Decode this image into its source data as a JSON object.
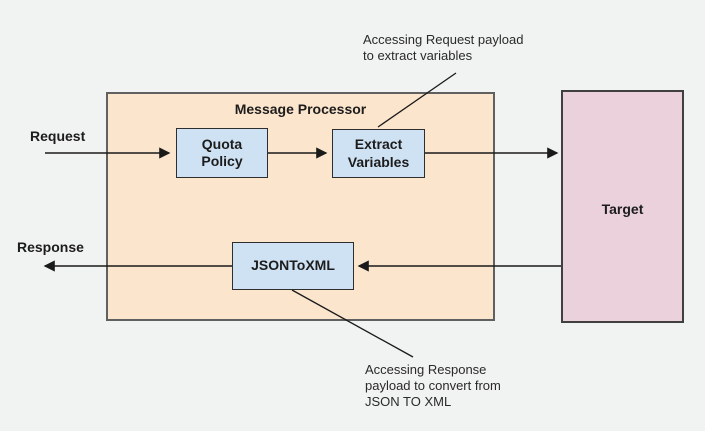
{
  "diagram": {
    "title": "Message Processor",
    "flow_labels": {
      "request": "Request",
      "response": "Response"
    },
    "nodes": [
      {
        "id": "quota-policy",
        "label": "Quota\nPolicy"
      },
      {
        "id": "extract-variables",
        "label": "Extract\nVariables"
      },
      {
        "id": "jsontoxml",
        "label": "JSONToXML"
      }
    ],
    "target": {
      "label": "Target"
    },
    "annotations": [
      {
        "id": "request-annotation",
        "text": "Accessing Request payload\nto extract variables"
      },
      {
        "id": "response-annotation",
        "text": "Accessing Response\npayload to convert from\nJSON TO XML"
      }
    ],
    "colors": {
      "background": "#f1f2f2",
      "processor_fill": "#fce5cd",
      "processor_border": "#606060",
      "node_fill": "#cfe2f3",
      "node_border": "#2e2e2e",
      "target_fill": "#ead1dc",
      "target_border": "#404040",
      "connector": "#1a1a1a"
    }
  }
}
